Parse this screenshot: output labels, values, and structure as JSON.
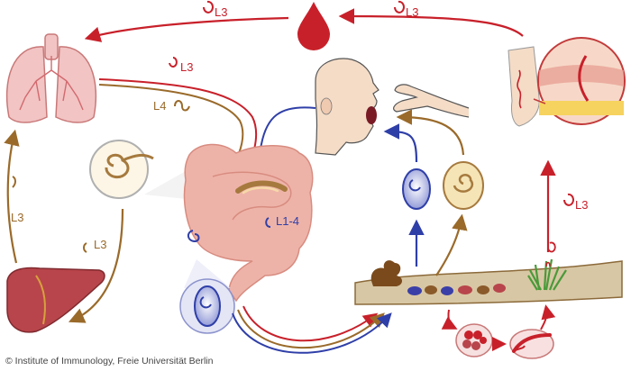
{
  "labels": {
    "blood_l3": "L3",
    "skin_l3": "L3",
    "lung_l3": "L3",
    "lung_l4": "L4",
    "left_l3_upper": "L3",
    "left_l3_lower": "L3",
    "gut_l1_4": "L1-4",
    "soil_l3": "L3"
  },
  "credit": "© Institute of Immunology, Freie Universität Berlin",
  "colors": {
    "red_route": "#c8202a",
    "brown_route": "#9a6a2a",
    "blue_route": "#2f3fa8",
    "lung": "#f2c4c4",
    "liver": "#b8454b",
    "gut": "#eeb3a8",
    "soil": "#d8c7a4",
    "blood": "#c8202a"
  }
}
